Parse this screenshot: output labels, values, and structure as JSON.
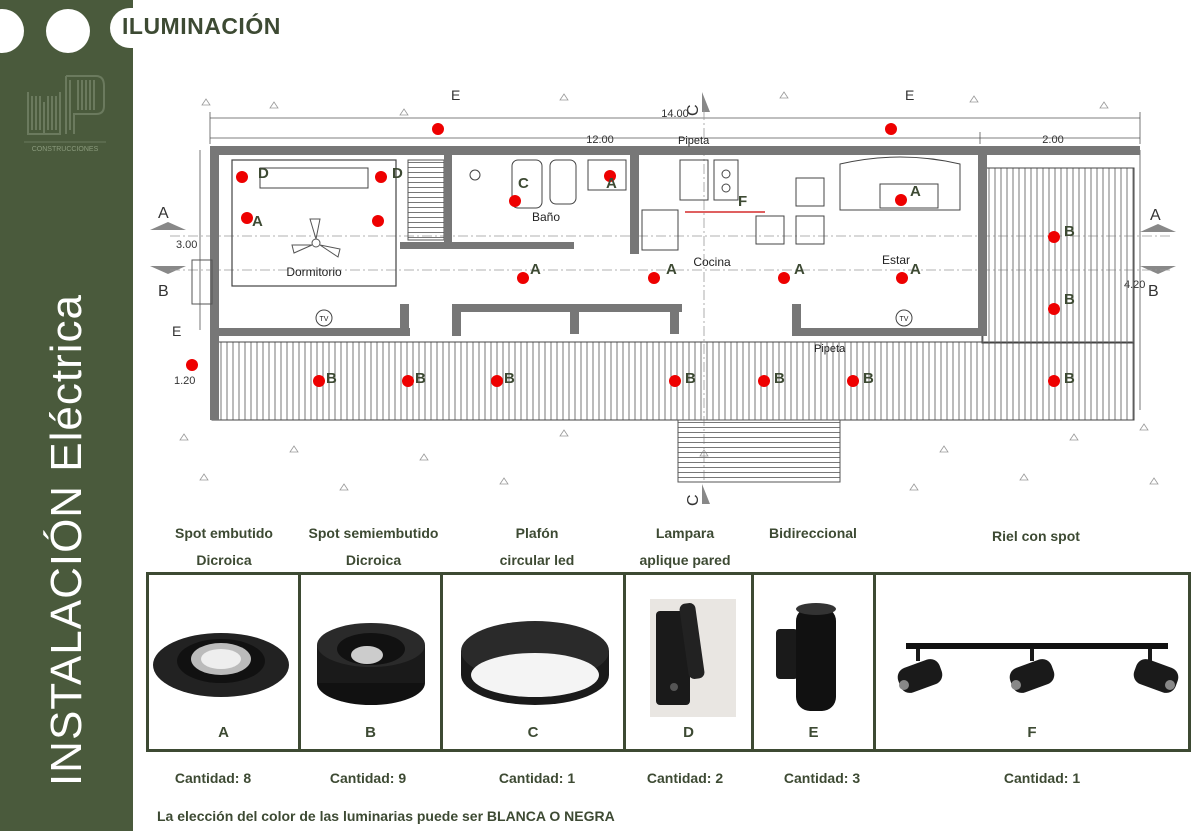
{
  "header": {
    "title": "ILUMINACIÓN"
  },
  "sidebar": {
    "vertical_title": "INSTALACIÓN Eléctrica",
    "logo_text": "CONSTRUCCIONES"
  },
  "plan": {
    "dims": {
      "total": "14.00",
      "inner": "12.00",
      "right": "2.00",
      "height": "3.00",
      "right_height": "4.20",
      "small": "1.20"
    },
    "section_labels": {
      "a": "A",
      "b": "B",
      "c": "C",
      "e": "E"
    },
    "rooms": {
      "bedroom": "Dormitorio",
      "bath": "Baño",
      "kitchen": "Cocina",
      "living": "Estar"
    },
    "pipeta": "Pipeta",
    "tv": "TV",
    "markers": {
      "A": "A",
      "B": "B",
      "C": "C",
      "D": "D",
      "E": "E",
      "F": "F"
    }
  },
  "fixtures": [
    {
      "name_line1": "Spot embutido",
      "name_line2": "Dicroica",
      "letter": "A",
      "quantity": "Cantidad: 8",
      "icon": "recessed-spot-icon"
    },
    {
      "name_line1": "Spot semiembutido",
      "name_line2": "Dicroica",
      "letter": "B",
      "quantity": "Cantidad: 9",
      "icon": "semi-recessed-spot-icon"
    },
    {
      "name_line1": "Plafón",
      "name_line2": "circular led",
      "letter": "C",
      "quantity": "Cantidad: 1",
      "icon": "ceiling-plafon-icon"
    },
    {
      "name_line1": "Lampara",
      "name_line2": "aplique pared",
      "letter": "D",
      "quantity": "Cantidad: 2",
      "icon": "wall-lamp-icon"
    },
    {
      "name_line1": "Bidireccional",
      "name_line2": "",
      "letter": "E",
      "quantity": "Cantidad: 3",
      "icon": "bidirectional-light-icon"
    },
    {
      "name_line1": "Riel con spot",
      "name_line2": "",
      "letter": "F",
      "quantity": "Cantidad: 1",
      "icon": "track-spot-icon"
    }
  ],
  "note": "La elección del color de las luminarias puede ser BLANCA O NEGRA",
  "colors": {
    "sidebar": "#4a5a3c",
    "text": "#3d4a33",
    "marker": "#e00000"
  }
}
